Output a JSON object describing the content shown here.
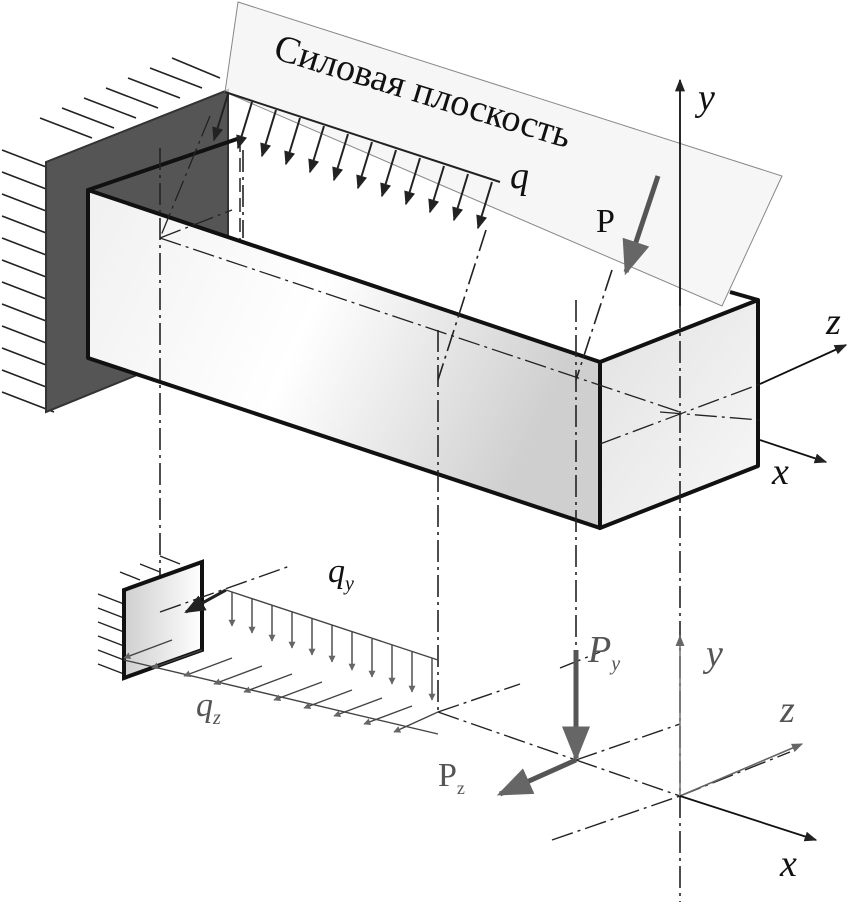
{
  "plane_label": "Силовая плоскость",
  "labels": {
    "q": "q",
    "P": "P",
    "y_top": "y",
    "z_top": "z",
    "x_top": "x",
    "q_y_base": "q",
    "q_y_sub": "y",
    "q_z_base": "q",
    "q_z_sub": "z",
    "P_y_base": "P",
    "P_y_sub": "y",
    "P_z_base": "P",
    "P_z_sub": "z",
    "y_bot": "y",
    "z_bot": "z",
    "x_bot": "x"
  },
  "colors": {
    "line": "#111111",
    "wall": "#555555",
    "plane": "#f2f2f2",
    "arrow_grey": "#666666"
  }
}
